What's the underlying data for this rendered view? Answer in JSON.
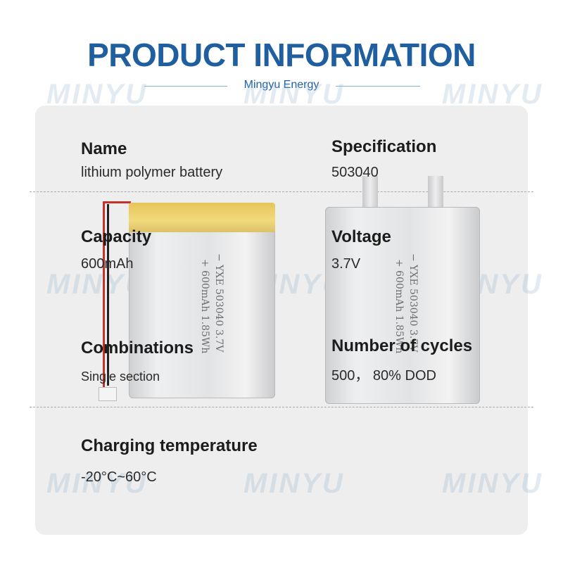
{
  "header": {
    "title": "PRODUCT INFORMATION",
    "subtitle": "Mingyu Energy"
  },
  "watermark": {
    "text": "MINYU"
  },
  "battery_print": {
    "line1": "− YXE 503040 3.7V",
    "line2": "+ 600mAh 1.85Wh"
  },
  "specs": {
    "name": {
      "label": "Name",
      "value": "lithium polymer battery"
    },
    "specification": {
      "label": "Specification",
      "value": "503040"
    },
    "capacity": {
      "label": "Capacity",
      "value": "600mAh"
    },
    "voltage": {
      "label": "Voltage",
      "value": "3.7V"
    },
    "combinations": {
      "label": "Combinations",
      "value": "Single section"
    },
    "cycles": {
      "label": "Number of cycles",
      "value": "500， 80% DOD"
    },
    "charging_temperature": {
      "label": "Charging temperature",
      "value": "-20°C~60°C"
    }
  },
  "colors": {
    "title": "#1f5f9f",
    "panel": "#eeeeee",
    "text": "#1c1c1c"
  }
}
